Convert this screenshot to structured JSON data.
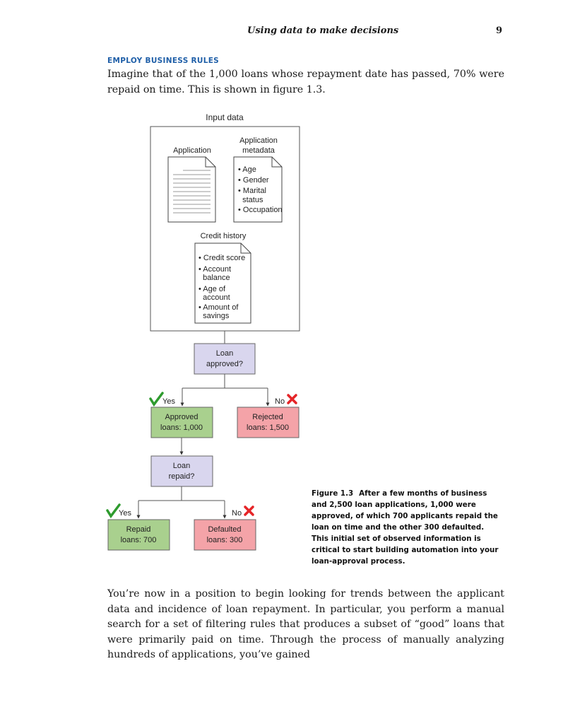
{
  "header": {
    "running_title": "Using data to make decisions",
    "page_number": "9"
  },
  "section": {
    "heading": "Employ business rules"
  },
  "paragraphs": {
    "intro": "Imagine that of the 1,000 loans whose repayment date has passed, 70% were repaid on time. This is shown in figure 1.3.",
    "body": "You’re now in a position to begin looking for trends between the applicant data and incidence of loan repayment. In particular, you perform a manual search for a set of filtering rules that produces a subset of “good” loans that were primarily paid on time. Through the process of manually analyzing hundreds of applications, you’ve gained"
  },
  "figure": {
    "input_title": "Input data",
    "application_label": "Application",
    "metadata_label": [
      "Application",
      "metadata"
    ],
    "metadata_items": [
      "• Age",
      "• Gender",
      "• Marital",
      "  status",
      "• Occupation"
    ],
    "credit_label": "Credit history",
    "credit_items": [
      "• Credit score",
      "• Account",
      "  balance",
      "• Age of",
      "  account",
      "• Amount of",
      "  savings"
    ],
    "decision1": [
      "Loan",
      "approved?"
    ],
    "decision2": [
      "Loan",
      "repaid?"
    ],
    "yes": "Yes",
    "no": "No",
    "approved": [
      "Approved",
      "loans: 1,000"
    ],
    "rejected": [
      "Rejected",
      "loans: 1,500"
    ],
    "repaid": [
      "Repaid",
      "loans: 700"
    ],
    "defaulted": [
      "Defaulted",
      "loans: 300"
    ],
    "colors": {
      "decision": "#d9d6ee",
      "success": "#a9d08e",
      "failure": "#f4a3a8",
      "check": "#2e9b2e",
      "cross": "#e52528"
    }
  },
  "caption": {
    "label": "Figure 1.3",
    "text": "After a few months of business and 2,500 loan applications, 1,000 were approved, of which 700 applicants repaid the loan on time and the other 300 defaulted. This initial set of observed information is critical to start building automation into your loan-approval process."
  }
}
